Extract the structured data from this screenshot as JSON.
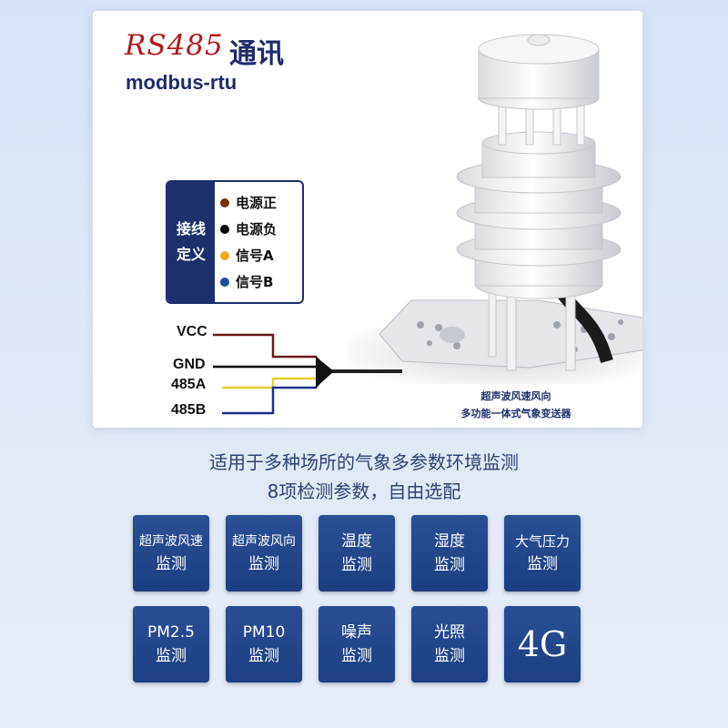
{
  "header": {
    "rs485": "RS485",
    "comm": "通讯",
    "protocol": "modbus-rtu"
  },
  "wiring": {
    "title_line1": "接线",
    "title_line2": "定义",
    "items": [
      {
        "label": "电源正",
        "color": "#7a2c10"
      },
      {
        "label": "电源负",
        "color": "#000000"
      },
      {
        "label": "信号A",
        "color": "#f0a81c"
      },
      {
        "label": "信号B",
        "color": "#1c4a9c"
      }
    ]
  },
  "wires": [
    {
      "label": "VCC",
      "color": "#6b1818"
    },
    {
      "label": "GND",
      "color": "#000000"
    },
    {
      "label": "485A",
      "color": "#e8d030"
    },
    {
      "label": "485B",
      "color": "#1f2f8f"
    }
  ],
  "product": {
    "caption_line1": "超声波风速风向",
    "caption_line2": "多功能一体式气象变送器"
  },
  "subtitles": {
    "line1": "适用于多种场所的气象多参数环境监测",
    "line2": "8项检测参数，自由选配"
  },
  "tiles_row1": [
    {
      "line1": "超声波风速",
      "line2": "监测"
    },
    {
      "line1": "超声波风向",
      "line2": "监测"
    },
    {
      "line1": "温度",
      "line2": "监测"
    },
    {
      "line1": "湿度",
      "line2": "监测"
    },
    {
      "line1": "大气压力",
      "line2": "监测"
    }
  ],
  "tiles_row2": [
    {
      "line1": "PM2.5",
      "line2": "监测"
    },
    {
      "line1": "PM10",
      "line2": "监测"
    },
    {
      "line1": "噪声",
      "line2": "监测"
    },
    {
      "line1": "光照",
      "line2": "监测"
    },
    {
      "line1": "4G",
      "line2": ""
    }
  ]
}
